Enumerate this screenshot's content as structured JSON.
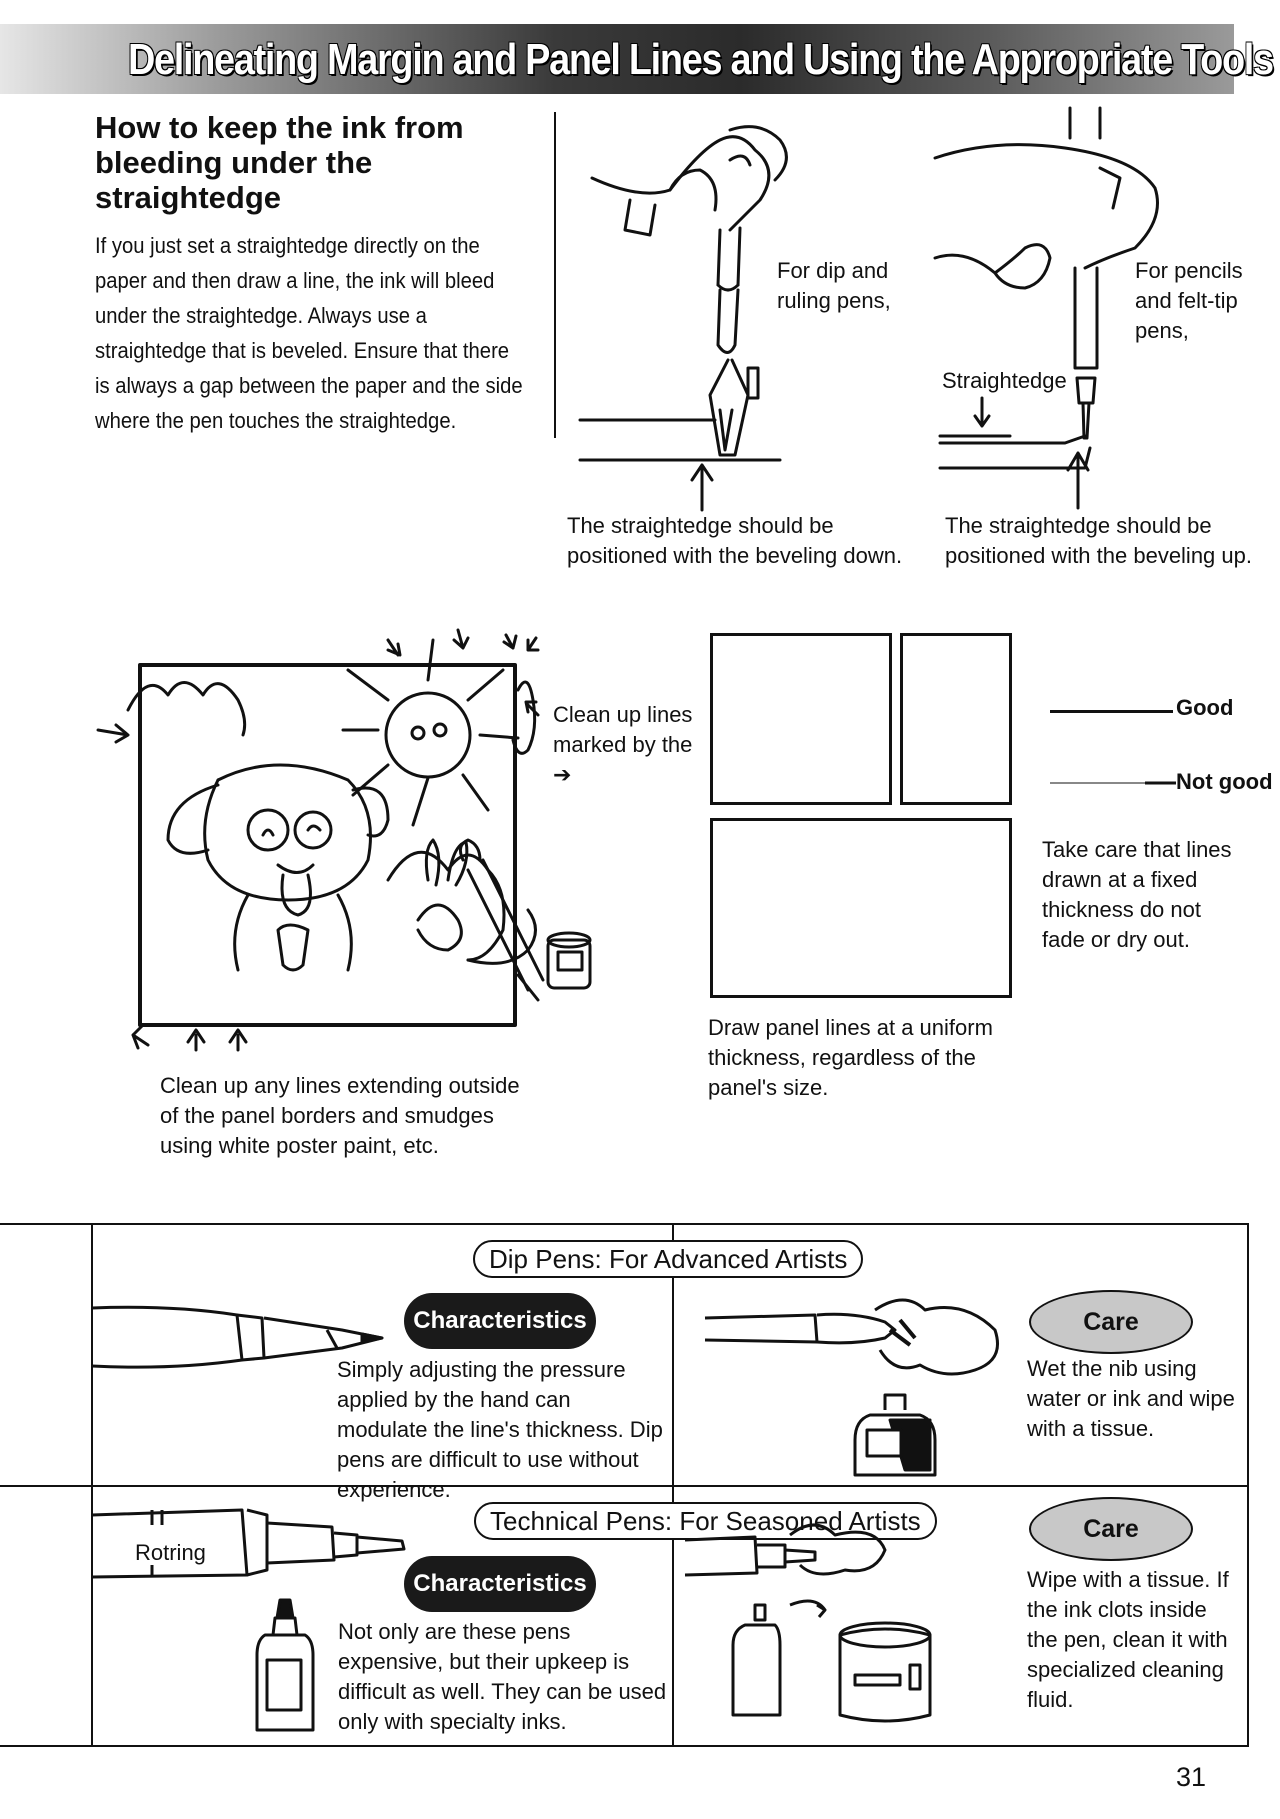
{
  "page_title": "Delineating Margin and Panel Lines and Using the Appropriate Tools",
  "bleed_section": {
    "heading": "How to keep the ink from bleeding under the straightedge",
    "body": "If you just set a straightedge directly on the paper and then draw a line, the ink will bleed under the straightedge. Always use a straightedge that is beveled. Ensure that there is always a gap between the paper and the side where the pen touches the straightedge.",
    "dip_label": "For dip and ruling pens,",
    "pencil_label": "For pencils and felt-tip pens,",
    "straightedge_label": "Straightedge",
    "caption_left": "The straightedge should be positioned with the beveling down.",
    "caption_right": "The straightedge should be positioned with the beveling up."
  },
  "panel_section": {
    "cleanup_note": "Clean up lines marked by the ➔",
    "cleanup_caption": "Clean up any lines extending outside of the panel borders and smudges using white poster paint, etc.",
    "uniform_caption": "Draw panel lines at a uniform thickness, regardless of the panel's size.",
    "good_label": "Good",
    "not_good_label": "Not good",
    "line_care_note": "Take care that lines drawn at a fixed thickness do not fade or dry out."
  },
  "dip_pens": {
    "title": "Dip Pens: For Advanced Artists",
    "characteristics_label": "Characteristics",
    "characteristics_text": "Simply adjusting the pressure applied by the hand can modulate the line's thickness. Dip pens are difficult to use without experience.",
    "care_label": "Care",
    "care_text": "Wet the nib using water or ink and wipe with a tissue."
  },
  "technical_pens": {
    "title": "Technical Pens: For Seasoned Artists",
    "brand_label": "Rotring",
    "characteristics_label": "Characteristics",
    "characteristics_text": "Not only are these pens expensive, but their upkeep is difficult as well. They can be used only with specialty inks.",
    "care_label": "Care",
    "care_text": "Wipe with a tissue. If the ink clots inside the pen, clean it with specialized cleaning fluid."
  },
  "page_number": "31"
}
